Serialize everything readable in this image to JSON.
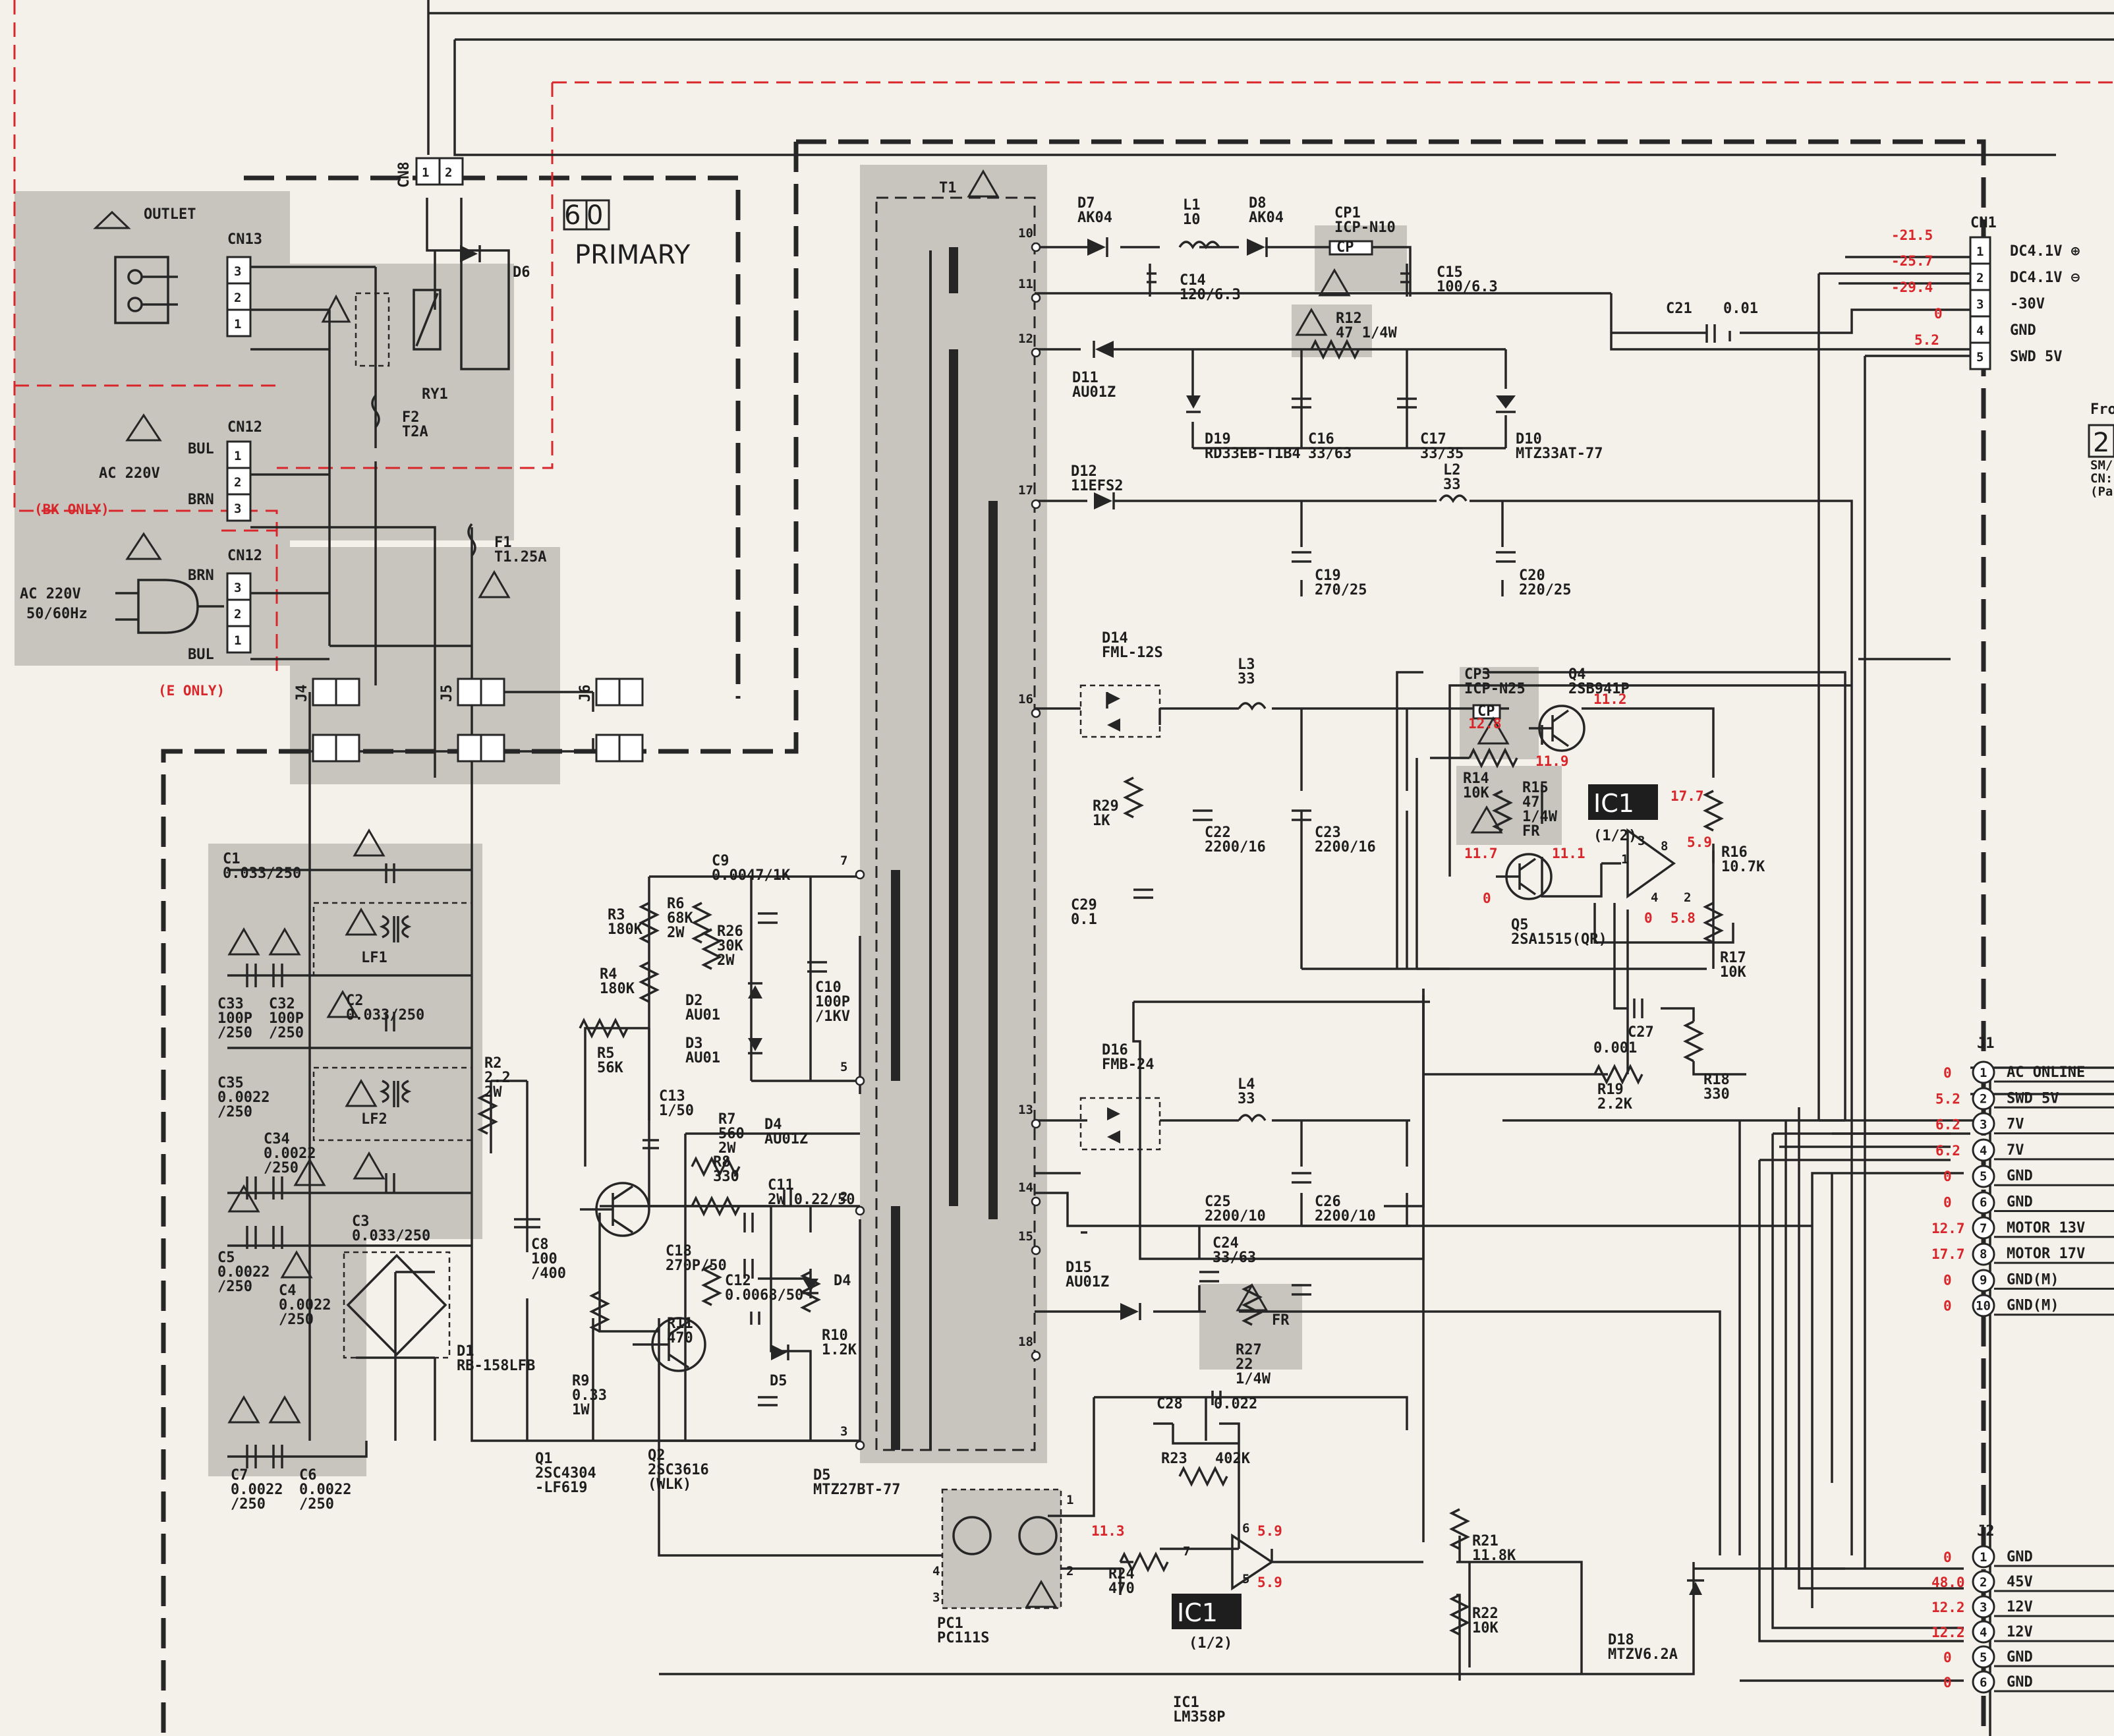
{
  "sections": {
    "number": "60",
    "title": "PRIMARY",
    "bk_only": "(BK ONLY)",
    "e_only": "(E ONLY)"
  },
  "connectors": {
    "cn13": {
      "name": "CN13",
      "label": "OUTLET",
      "pins": [
        "3",
        "2",
        "1"
      ]
    },
    "cn12_bk": {
      "name": "CN12",
      "supply": "AC 220V",
      "wires": [
        "BUL",
        "BRN"
      ],
      "pins": [
        "1",
        "2",
        "3"
      ]
    },
    "cn12_e": {
      "name": "CN12",
      "supply": "AC 220V",
      "freq": "50/60Hz",
      "wires": [
        "BRN",
        "BUL"
      ],
      "pins": [
        "3",
        "2",
        "1"
      ]
    },
    "cn8": {
      "name": "CN8",
      "pins": [
        "1",
        "2"
      ]
    },
    "jumpers": [
      "J4",
      "J5",
      "J6"
    ],
    "cn1": {
      "name": "CN1",
      "rows": [
        {
          "pin": "1",
          "v": "-21.5",
          "label": "DC4.1V ⊕"
        },
        {
          "pin": "2",
          "v": "-25.7",
          "label": "DC4.1V ⊖"
        },
        {
          "pin": "3",
          "v": "-29.4",
          "label": "-30V"
        },
        {
          "pin": "4",
          "v": "0",
          "label": "GND"
        },
        {
          "pin": "5",
          "v": "5.2",
          "label": "SWD 5V"
        }
      ]
    },
    "j1": {
      "name": "J1",
      "rows": [
        {
          "pin": "1",
          "v": "0",
          "label": "AC ONLINE"
        },
        {
          "pin": "2",
          "v": "5.2",
          "label": "SWD 5V"
        },
        {
          "pin": "3",
          "v": "6.2",
          "label": "7V"
        },
        {
          "pin": "4",
          "v": "6.2",
          "label": "7V"
        },
        {
          "pin": "5",
          "v": "0",
          "label": "GND"
        },
        {
          "pin": "6",
          "v": "0",
          "label": "GND"
        },
        {
          "pin": "7",
          "v": "12.7",
          "label": "MOTOR 13V"
        },
        {
          "pin": "8",
          "v": "17.7",
          "label": "MOTOR 17V"
        },
        {
          "pin": "9",
          "v": "0",
          "label": "GND(M)"
        },
        {
          "pin": "10",
          "v": "0",
          "label": "GND(M)"
        }
      ]
    },
    "j2": {
      "name": "J2",
      "rows": [
        {
          "pin": "1",
          "v": "0",
          "label": "GND"
        },
        {
          "pin": "2",
          "v": "48.0",
          "label": "45V"
        },
        {
          "pin": "3",
          "v": "12.2",
          "label": "12V"
        },
        {
          "pin": "4",
          "v": "12.2",
          "label": "12V"
        },
        {
          "pin": "5",
          "v": "0",
          "label": "GND"
        },
        {
          "pin": "6",
          "v": "0",
          "label": "GND"
        }
      ]
    },
    "side_note": {
      "from": "Fro",
      "num": "2",
      "sub": [
        "SM/",
        "CN:",
        "(Pa"
      ]
    }
  },
  "components": {
    "f2": "F2\nT2A",
    "f1": "F1\nT1.25A",
    "ry1": "RY1",
    "d6": "D6",
    "c1": "C1\n0.033/250",
    "lf1": "LF1",
    "lf2": "LF2",
    "c2": "C2\n0.033/250",
    "c3": "C3\n0.033/250",
    "c33": "C33\n100P\n/250",
    "c32": "C32\n100P\n/250",
    "c35": "C35\n0.0022\n/250",
    "c34": "C34\n0.0022\n/250",
    "c5": "C5\n0.0022\n/250",
    "c4": "C4\n0.0022\n/250",
    "c7": "C7\n0.0022\n/250",
    "c6": "C6\n0.0022\n/250",
    "r2": "R2\n2.2\n2W",
    "c8": "C8\n100\n/400",
    "d1": "D1\nRB-158LFB",
    "r9": "R9\n0.33\n1W",
    "q1": "Q1\n2SC4304\n-LF619",
    "q2": "Q2\n2SC3616\n(WLK)",
    "r3": "R3\n180K",
    "r6": "R6\n68K\n2W",
    "r26": "R26\n30K\n2W",
    "c9": "C9\n0.0047/1K",
    "r4": "R4\n180K",
    "d2": "D2\nAU01",
    "d3": "D3\nAU01",
    "c10": "C10\n100P\n/1KV",
    "r5": "R5\n56K",
    "c13": "C13\n1/50",
    "r7": "R7\n560\n2W",
    "d4a": "D4\nAU01Z",
    "r8": "R8\n330",
    "c11": "C11\n2W  0.22/50",
    "c18": "C18\n270P/50",
    "c12": "C12\n0.0068/50",
    "d4b": "D4",
    "r11": "R11\n470",
    "r10": "R10\n1.2K",
    "d5": "D5",
    "d5z": "D5\nMTZ27BT-77",
    "t1": "T1",
    "d7": "D7\nAK04",
    "l1": "L1\n10",
    "d8": "D8\nAK04",
    "cp1": "CP1\nICP-N10",
    "cp_tag": "CP",
    "c14": "C14\n120/6.3",
    "c15": "C15\n100/6.3",
    "c21": "C21",
    "c21v": "0.01",
    "r12": "R12\n47 1/4W",
    "d11": "D11\nAU01Z",
    "d19": "D19\nRD33EB-T1B4",
    "c16": "C16\n33/63",
    "c17": "C17\n33/35",
    "d10": "D10\nMTZ33AT-77",
    "d12": "D12\n11EFS2",
    "l2": "L2\n33",
    "c19": "C19\n270/25",
    "c20": "C20\n220/25",
    "d14": "D14\nFML-12S",
    "l3": "L3\n33",
    "cp3": "CP3\nICP-N25",
    "q4": "Q4\n2SB941P",
    "r29": "R29\n1K",
    "c22": "C22\n2200/16",
    "c23": "C23\n2200/16",
    "r14": "R14\n10K",
    "r15": "R15\n47\n1/4W\nFR",
    "c29": "C29\n0.1",
    "q5": "Q5\n2SA1515(QR)",
    "ic1a": "IC1",
    "half": "(1/2)",
    "r16": "R16\n10.7K",
    "r17": "R17\n10K",
    "c27": "C27",
    "c27v": "0.001",
    "r19": "R19\n2.2K",
    "r18": "R18\n330",
    "d16": "D16\nFMB-24",
    "l4": "L4\n33",
    "c25": "C25\n2200/10",
    "c26": "C26\n2200/10",
    "c24": "C24\n33/63",
    "d15": "D15\nAU01Z",
    "r27": "R27\n22\n1/4W",
    "fr": "FR",
    "c28": "C28",
    "c28v": "0.022",
    "r23": "R23",
    "r23v": "402K",
    "pc1": "PC1\nPC111S",
    "r24": "R24\n470",
    "ic1b": "IC1",
    "ic1_full": "IC1\nLM358P",
    "r21": "R21\n11.8K",
    "r22": "R22\n10K",
    "d18": "D18\nMTZV6.2A"
  },
  "voltages": {
    "q4_e": "12.8",
    "q4_c": "11.2",
    "q4_b": "11.9",
    "q5_e": "11.7",
    "q5_c": "11.1",
    "q5_b": "0",
    "ic_p8": "17.7",
    "ic_p3": "5.9",
    "ic_p2": "5.8",
    "ic_p4": "0",
    "ic2_p6": "5.9",
    "ic2_p5": "5.9",
    "ic2_p7": "11.3"
  },
  "transformer_pins": [
    "10",
    "11",
    "12",
    "17",
    "16",
    "13",
    "14",
    "15",
    "18",
    "7",
    "5",
    "2",
    "3"
  ],
  "ic_pins": {
    "a": [
      "8",
      "3",
      "2",
      "1",
      "4"
    ],
    "b": [
      "6",
      "5",
      "7"
    ],
    "pc": [
      "1",
      "2",
      "3",
      "4"
    ]
  },
  "colors": {
    "ink": "#262626",
    "shade": "#b9b6b0",
    "red": "#d8262a",
    "paper": "#f4f1ea"
  }
}
